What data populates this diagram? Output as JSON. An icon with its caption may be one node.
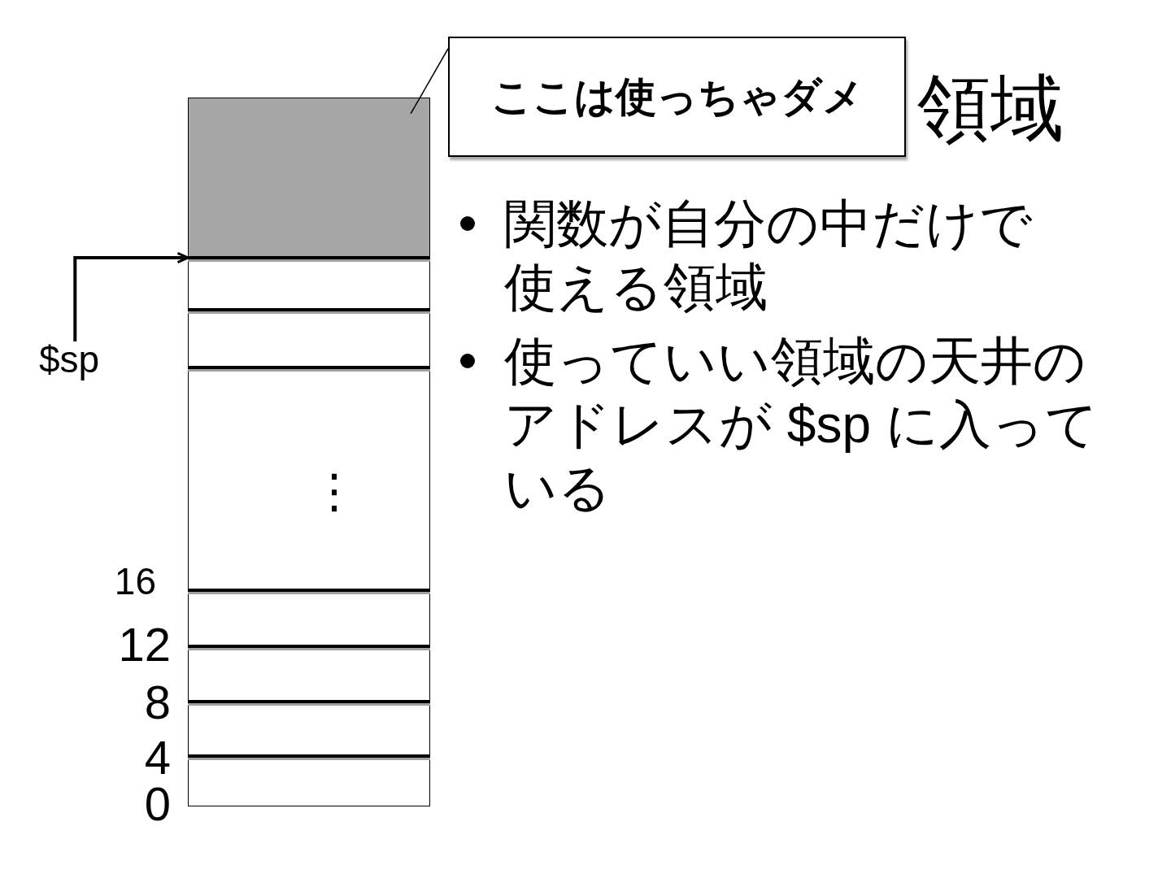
{
  "diagram": {
    "title": "領域",
    "nodes": [
      {
        "text": [
          "ここは使っちゃダメ"
        ]
      },
      {
        "text": [],
        "shape": "box"
      },
      {
        "text": [],
        "shape": "box"
      },
      {
        "text": [],
        "shape": "box"
      },
      {
        "text": [
          "⋮"
        ]
      },
      {
        "text": [],
        "shape": "box"
      },
      {
        "text": [],
        "shape": "box"
      },
      {
        "text": [],
        "shape": "box"
      },
      {
        "text": [],
        "shape": "box"
      },
      {
        "text": [
          "$sp"
        ]
      }
    ],
    "edges": [
      {
        "from": 0,
        "to": 1,
        "arrow": "none"
      },
      {
        "from": 9,
        "to": 2,
        "arrow": "to",
        "style": "thick"
      }
    ],
    "labels": [
      "関数が自分の中だけで使える領域",
      "使っていい領域の天井のアドレスが $sp に入っている",
      "16",
      "12",
      "8",
      "4",
      "0"
    ]
  }
}
